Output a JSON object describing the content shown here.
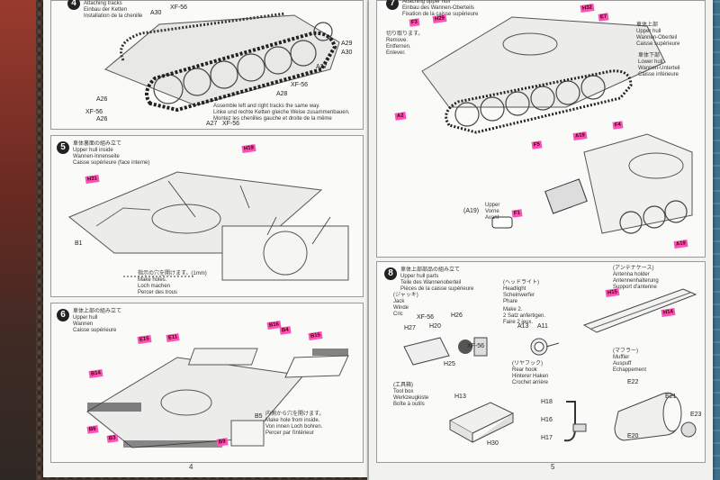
{
  "left_page": {
    "page_number": "4",
    "step4": {
      "number": "4",
      "caption": "Attaching tracks\nEinbau der Ketten\nInstallation de la chenille",
      "parts": [
        "A30",
        "XF-56",
        "A29",
        "A30",
        "A27",
        "A26",
        "XF-56",
        "A28",
        "XF-56",
        "A26",
        "A27",
        "XF-56"
      ],
      "note": "Assemble left and right tracks the same way.\nLinke und rechte Ketten gleiche Weise zusammenbauen.\nMontez les chenilles gauche et droite de la même"
    },
    "step5": {
      "number": "5",
      "caption": "車体裏面の組み立て\nUpper hull inside\nWannen-Innenseite\nCaisse supérieure (face interne)",
      "tags": [
        "H31",
        "H19"
      ],
      "part": "B1",
      "note": "指示の穴を開けます。(1mm)\nMake holes.\nLoch machen\nPercer des trous"
    },
    "step6": {
      "number": "6",
      "caption": "車体上部の組み立て\nUpper hull\nWannen\nCaisse supérieure",
      "tags": [
        "B16",
        "E15",
        "E11",
        "B4",
        "B15",
        "B14",
        "B6",
        "B3",
        "B9"
      ],
      "part": "B5",
      "note": "内側から穴を開けます。\nMake hole from inside.\nVon innen Loch bohren.\nPercer par l'intérieur"
    }
  },
  "right_page": {
    "page_number": "5",
    "step7": {
      "number": "7",
      "caption": "Attaching upper hull\nEinbau des Wannen-Oberteils\nFixation de la caisse supérieure",
      "tags": [
        "F3",
        "H29",
        "H32",
        "E7",
        "A2",
        "F4",
        "F5",
        "A19",
        "F1",
        "A19"
      ],
      "upper_label": "車体上部\nUpper hull\nWannen-Oberteil\nCaisse supérieure",
      "lower_label": "車体下部\nLower hull\nWannen-Unterteil\nCaisse inférieure",
      "remove_note": "切り取ります。\nRemove.\nEntfernen.\nEnlever.",
      "callout": "(A19)",
      "callout_sub": "Upper\nVorne\nAvant"
    },
    "step8": {
      "number": "8",
      "caption": "車体上部部品の組み立て\nUpper hull parts\nTeile des Wannenoberteil\nPièces de la caisse supérieure",
      "jack": "(ジャッキ)\nJack\nWinde\nCric",
      "jack_parts": [
        "XF-56",
        "H26",
        "H27",
        "H20",
        "XF-56",
        "H25"
      ],
      "headlight": "(ヘッドライト)\nHeadlight\nScheinwerfer\nPhare",
      "headlight_note": "Make 2.\n2 Satz anfertigen.\nFaire 2 jeux.",
      "headlight_parts": [
        "A13",
        "A11"
      ],
      "antenna": "(アンテナケース)\nAntenna holder\nAntennenhalterung\nSupport d'antenne",
      "antenna_tags": [
        "H15",
        "H14"
      ],
      "toolbox": "(工具箱)\nTool box\nWerkzeugkiste\nBoîte à outils",
      "toolbox_parts": [
        "H13",
        "H30"
      ],
      "rearhook": "(リヤフック)\nRear hook\nHinterer Haken\nCrochet arrière",
      "rearhook_parts": [
        "H18",
        "H16",
        "H17"
      ],
      "muffler": "(マフラー)\nMuffler\nAuspuff\nEchappement",
      "muffler_parts": [
        "E22",
        "E21",
        "E23",
        "E20"
      ]
    }
  }
}
